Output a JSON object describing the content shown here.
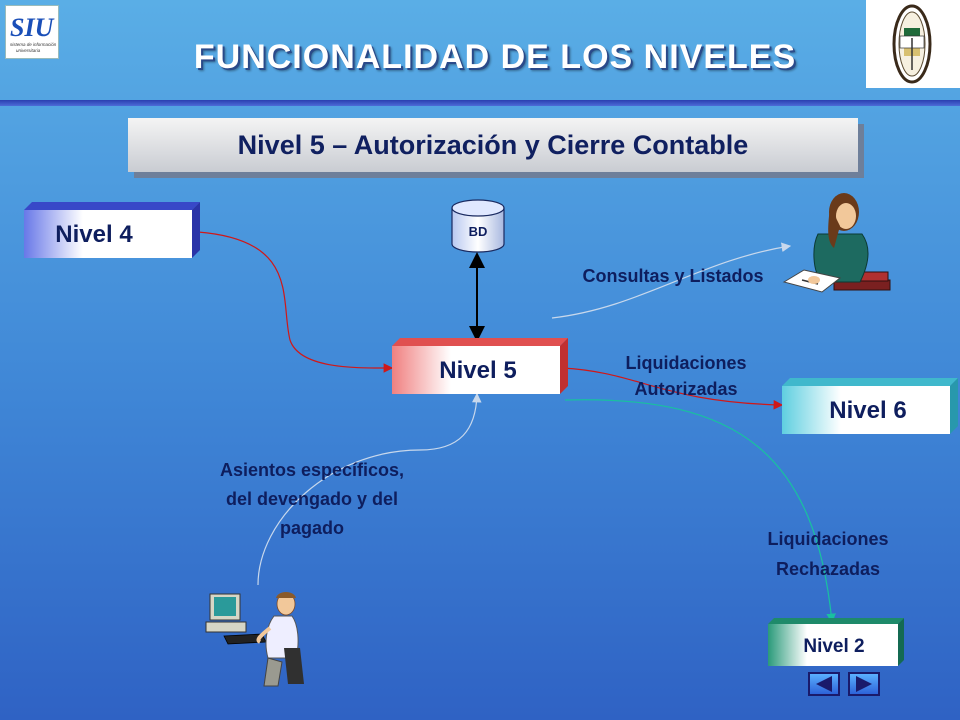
{
  "slide": {
    "title": "FUNCIONALIDAD DE LOS NIVELES",
    "subtitle": "Nivel 5 – Autorización y Cierre Contable"
  },
  "nodes": {
    "nivel4": "Nivel 4",
    "nivel5": "Nivel 5",
    "nivel6": "Nivel 6",
    "nivel2": "Nivel 2",
    "database": "BD"
  },
  "flows": {
    "consultas": "Consultas y Listados",
    "autorizadas_line1": "Liquidaciones",
    "autorizadas_line2": "Autorizadas",
    "rechazadas_line1": "Liquidaciones",
    "rechazadas_line2": "Rechazadas",
    "asientos_line1": "Asientos específicos,",
    "asientos_line2": "del devengado y del",
    "asientos_line3": "pagado"
  },
  "logos": {
    "left_text_line1": "sistema de información",
    "left_text_line2": "universitaria"
  },
  "colors": {
    "arrow_red": "#d01818",
    "arrow_teal": "#19c0a0",
    "arrow_light": "#c8d8ec"
  }
}
